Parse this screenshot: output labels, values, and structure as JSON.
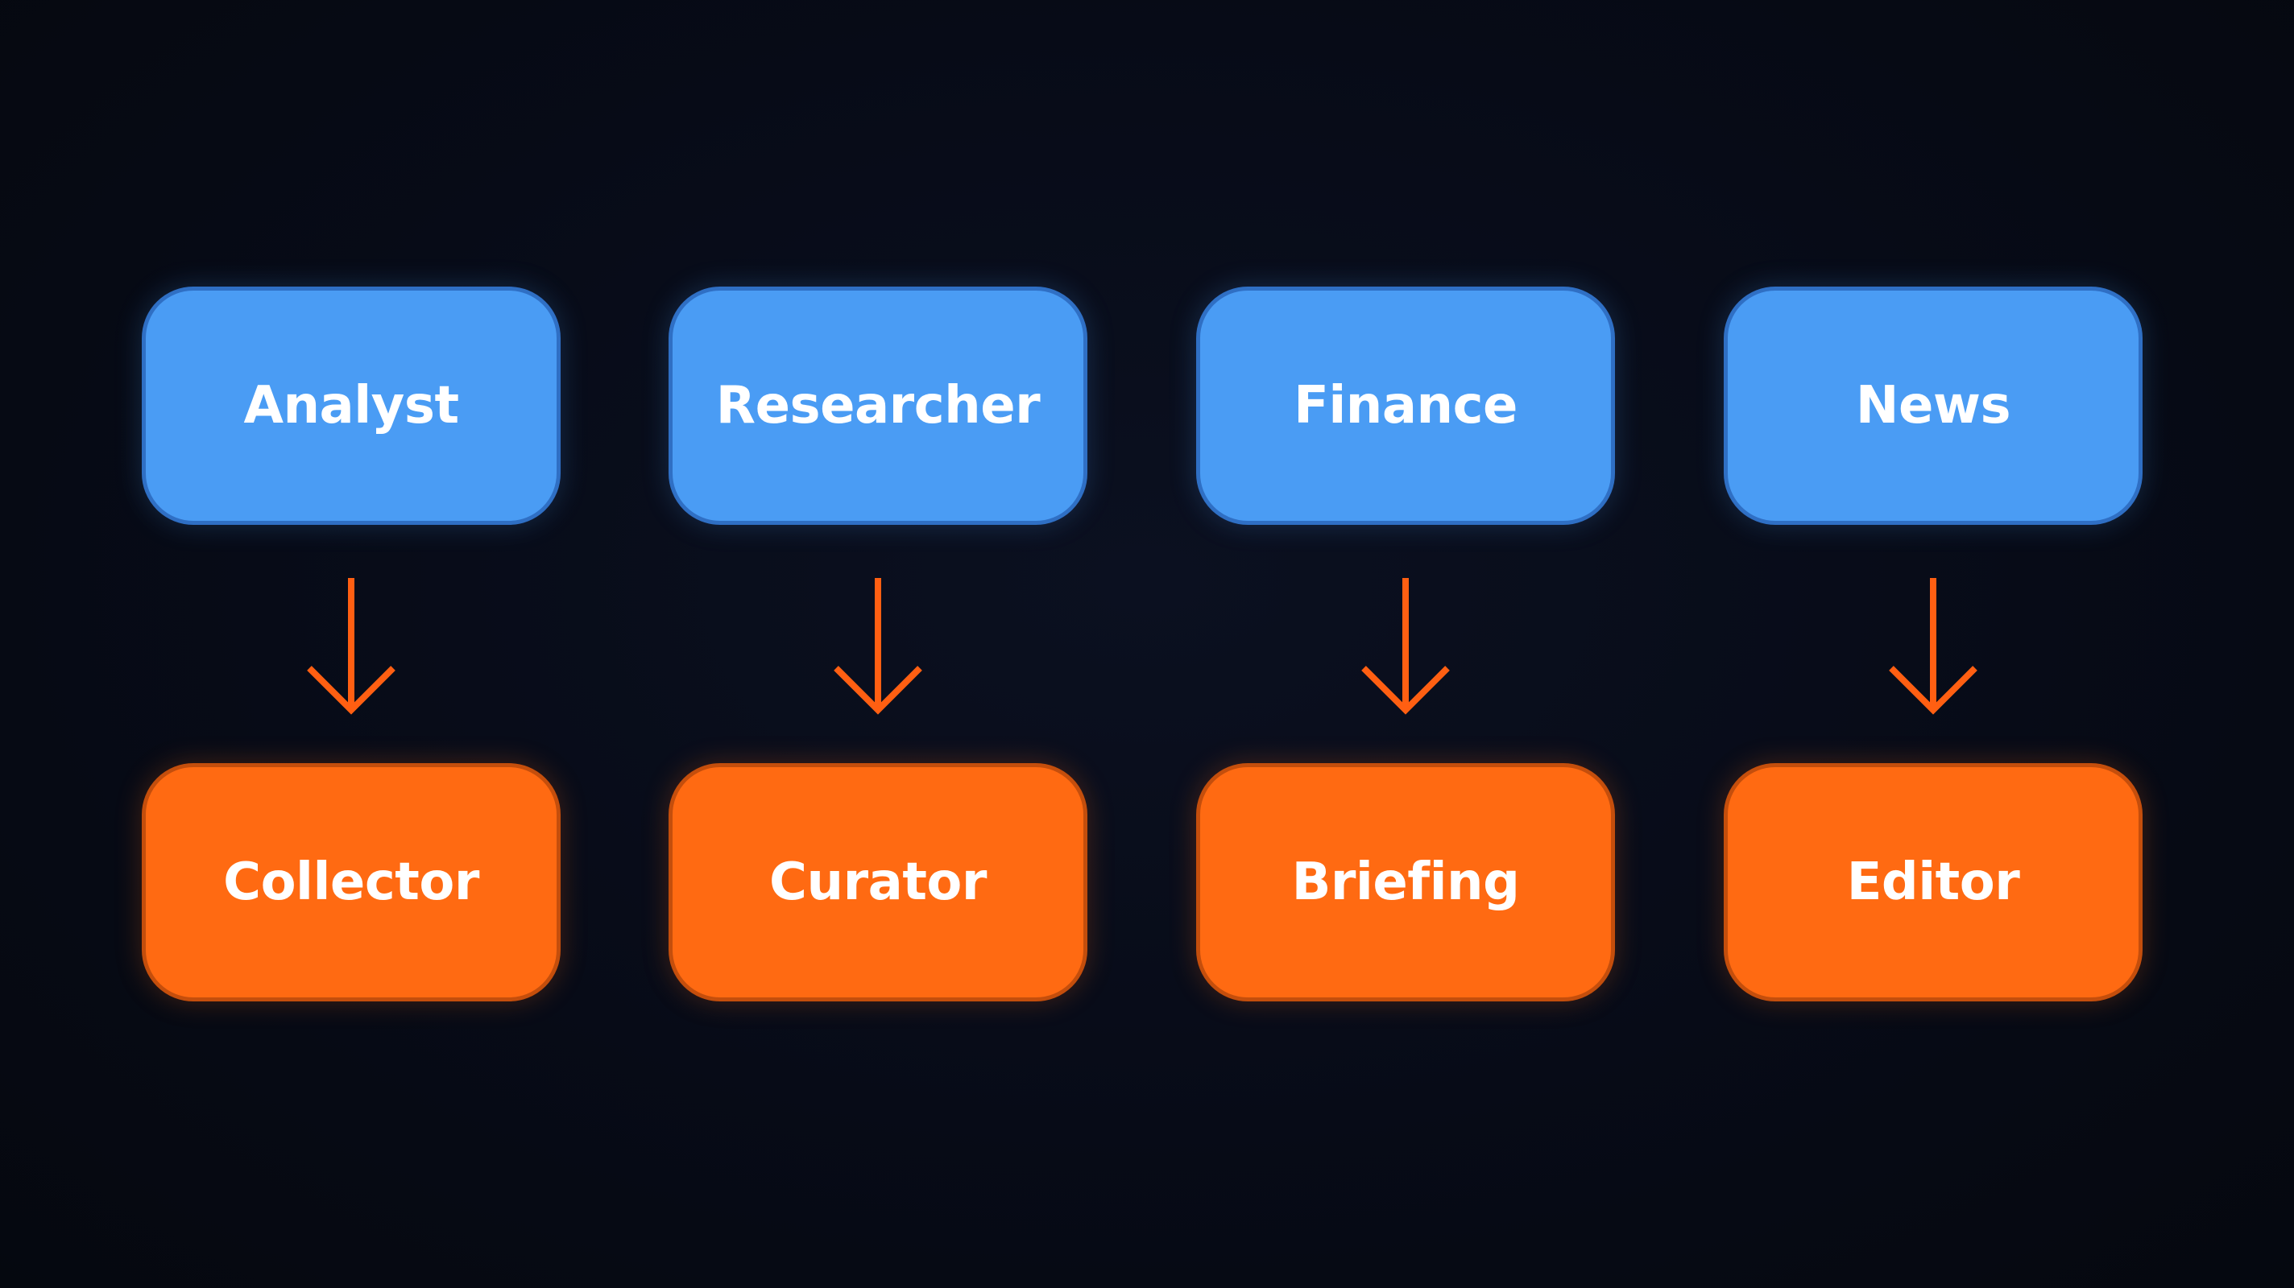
{
  "diagram": {
    "colors": {
      "background": "#070b17",
      "upper_fill": "#4a9cf4",
      "upper_border": "#2f6fc4",
      "lower_fill": "#ff6a12",
      "lower_border": "#c44e0c",
      "arrow": "#ff5f12",
      "text": "#ffffff"
    },
    "upper_nodes": [
      {
        "label": "Analyst"
      },
      {
        "label": "Researcher"
      },
      {
        "label": "Finance"
      },
      {
        "label": "News"
      }
    ],
    "lower_nodes": [
      {
        "label": "Collector"
      },
      {
        "label": "Curator"
      },
      {
        "label": "Briefing"
      },
      {
        "label": "Editor"
      }
    ],
    "edges": [
      {
        "from": "Analyst",
        "to": "Collector",
        "icon": "arrow-down-icon"
      },
      {
        "from": "Researcher",
        "to": "Curator",
        "icon": "arrow-down-icon"
      },
      {
        "from": "Finance",
        "to": "Briefing",
        "icon": "arrow-down-icon"
      },
      {
        "from": "News",
        "to": "Editor",
        "icon": "arrow-down-icon"
      }
    ]
  }
}
